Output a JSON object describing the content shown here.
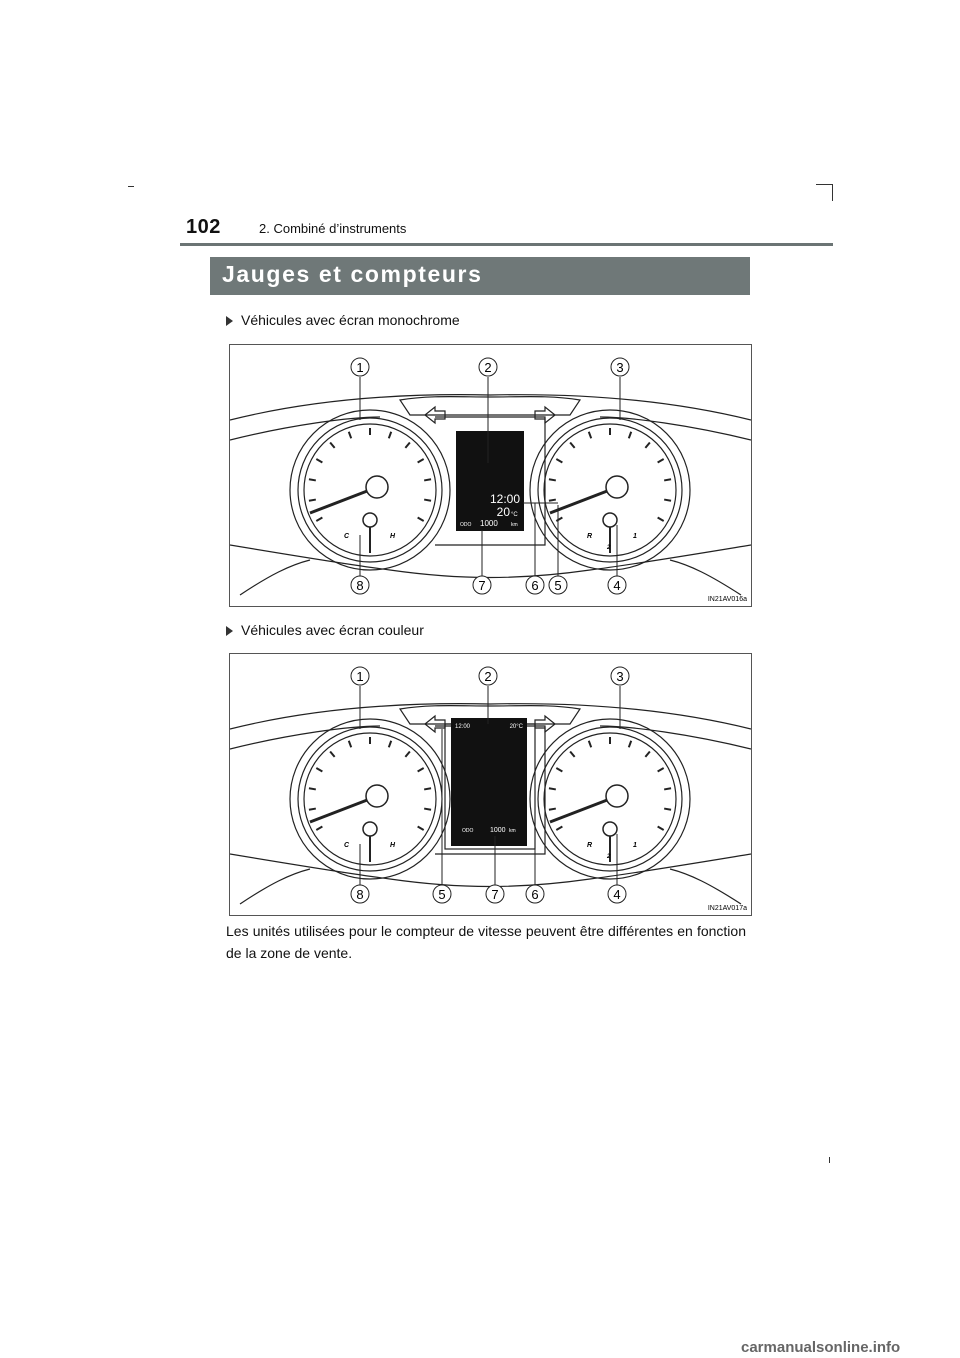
{
  "header": {
    "page_number": "102",
    "chapter": "2. Combiné d’instruments"
  },
  "section_title": "Jauges et compteurs",
  "figures": [
    {
      "caption": "Véhicules avec écran monochrome",
      "image_code": "IN21AV016a",
      "display": {
        "clock": "12:00",
        "temp": "20",
        "temp_unit": "°C",
        "odo_label": "ODO",
        "odo_value": "1000",
        "odo_unit": "km"
      },
      "gauge_left": {
        "cold": "C",
        "hot": "H"
      },
      "gauge_right": {
        "r": "R",
        "one": "1",
        "two": "2"
      },
      "callouts_top": [
        "1",
        "2",
        "3"
      ],
      "callouts_bottom": [
        "8",
        "7",
        "6",
        "5",
        "4"
      ]
    },
    {
      "caption": "Véhicules avec écran couleur",
      "image_code": "IN21AV017a",
      "display": {
        "clock": "12:00",
        "temp": "20°C",
        "odo_label": "ODO",
        "odo_value": "1000",
        "odo_unit": "km"
      },
      "gauge_left": {
        "cold": "C",
        "hot": "H"
      },
      "gauge_right": {
        "r": "R",
        "one": "1",
        "two": "2"
      },
      "callouts_top": [
        "1",
        "2",
        "3"
      ],
      "callouts_bottom": [
        "8",
        "5",
        "7",
        "6",
        "4"
      ]
    }
  ],
  "body_text": "Les unités utilisées pour le compteur de vitesse peuvent être différentes en fonction de la zone de vente.",
  "watermark": "carmanualsonline.info"
}
